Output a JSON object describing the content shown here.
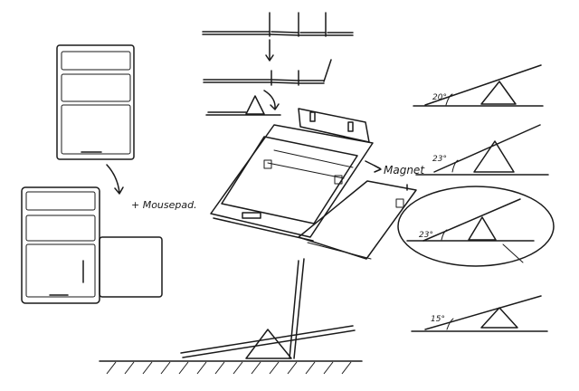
{
  "labels": {
    "mousepad": "+ Mousepad.",
    "magnet": "Magnet",
    "angle_20": "20°",
    "angle_23_top": "23°",
    "angle_23_zoom": "23°",
    "angle_15": "15°"
  },
  "colors": {
    "ink": "#1a1a1a",
    "paper": "#ffffff"
  }
}
